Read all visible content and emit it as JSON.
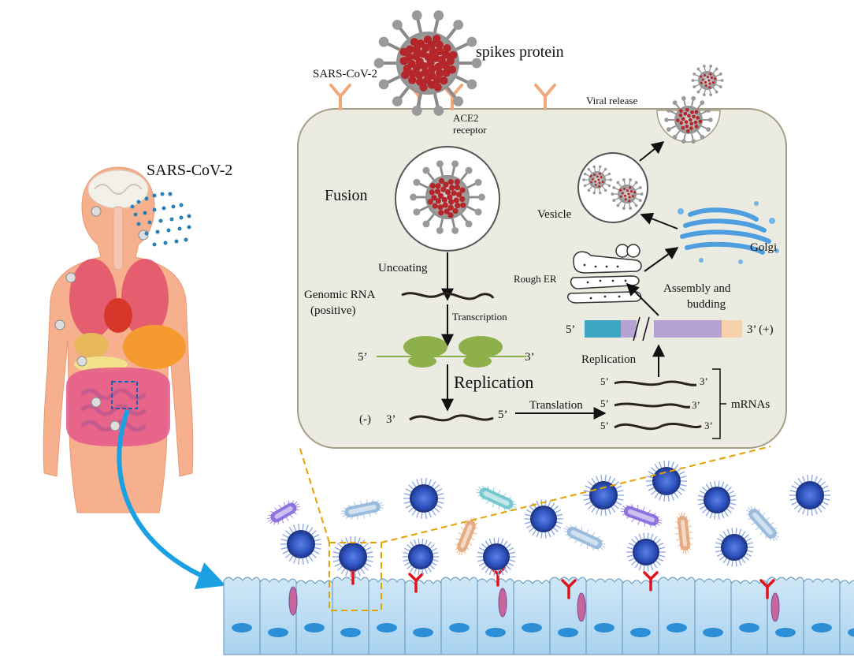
{
  "labels": {
    "sars_top": "SARS-CoV-2",
    "spikes_protein": "spikes protein",
    "viral_release": "Viral release",
    "ace2_line1": "ACE2",
    "ace2_line2": "receptor",
    "fusion": "Fusion",
    "vesicle": "Vesicle",
    "golgi": "Golgi",
    "rough_er": "Rough ER",
    "assembly_line1": "Assembly and",
    "assembly_line2": "budding",
    "uncoating": "Uncoating",
    "genomic_rna_line1": "Genomic RNA",
    "genomic_rna_line2": "(positive)",
    "transcription": "Transcription",
    "replication_main": "Replication",
    "replication_right": "Replication",
    "translation": "Translation",
    "mrnas": "mRNAs",
    "sars_body": "SARS-CoV-2",
    "five_prime": "5’",
    "three_prime": "3’",
    "three_prime_plus": "3’ (+)",
    "neg_strand_prefix": "(-)",
    "neg_three": "3’",
    "neg_five": "5’"
  },
  "colors": {
    "cell_fill": "#ecebe2",
    "cell_stroke": "#a59c84",
    "receptor": "#f0a77a",
    "ribosome": "#8db04a",
    "virus_red": "#b5262b",
    "virus_blue": "#2b4fb8",
    "gut_cell": "#bcdcf2",
    "gut_nucleus": "#2c8fd6",
    "dash_orange": "#e5a100",
    "golgi_blue": "#4f9fe0",
    "arrow_blue": "#1ba1e2",
    "body_skin": "#f6b08d"
  }
}
